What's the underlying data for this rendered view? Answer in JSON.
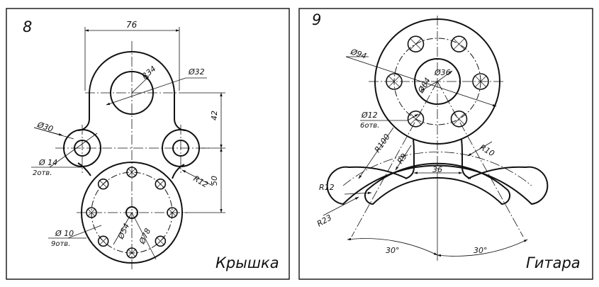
{
  "left_panel": {
    "number": "8",
    "title": "Крышка",
    "dims": {
      "width": "76",
      "d32": "Ø32",
      "r34": "R34",
      "d30": "Ø30",
      "d14": "Ø 14",
      "d14_count": "2отв.",
      "h42": "42",
      "h50": "50",
      "r12": "R12",
      "d10": "Ø 10",
      "d10_count": "9отв.",
      "d54": "Ø54",
      "d78": "Ø78"
    }
  },
  "right_panel": {
    "number": "9",
    "title": "Гитара",
    "dims": {
      "d94": "Ø94",
      "d36": "Ø36",
      "d64": "Ø64",
      "d12": "Ø12",
      "d12_count": "6отв.",
      "r100": "R100",
      "r9": "R9",
      "r10": "R10",
      "w36": "36",
      "r12": "R12",
      "r23": "R23",
      "a30_left": "30°",
      "a30_right": "30°"
    }
  }
}
